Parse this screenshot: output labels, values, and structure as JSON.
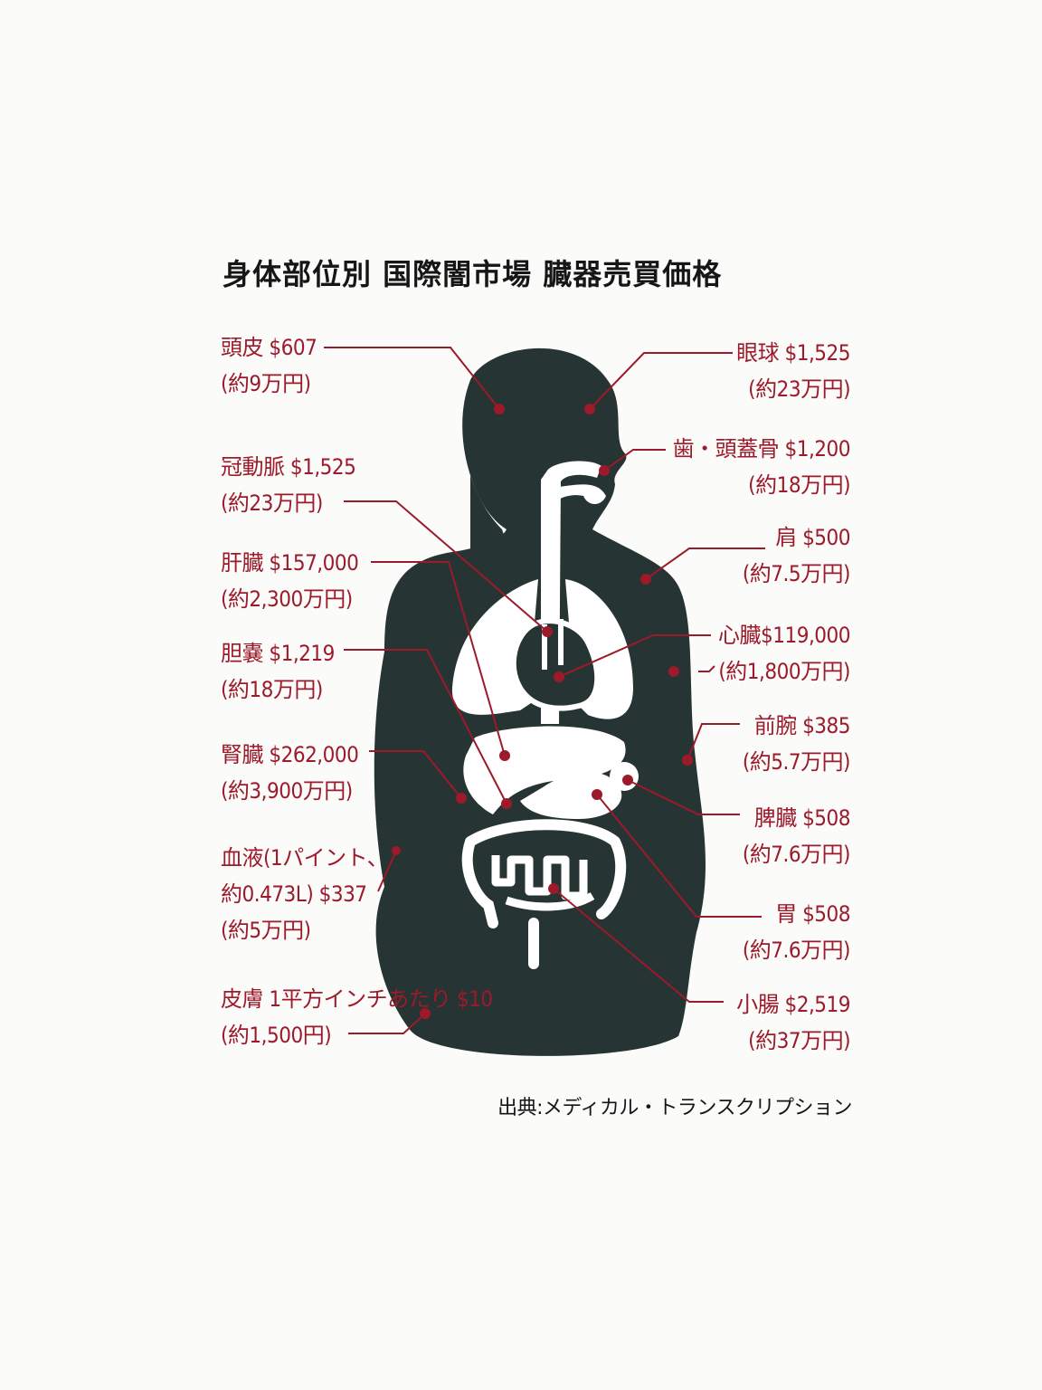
{
  "title": "身体部位別 国際闇市場 臓器売買価格",
  "colors": {
    "body": "#273434",
    "accent": "#9c1a2a",
    "organ": "#ffffff"
  },
  "labels": [
    {
      "id": "scalp",
      "name": "頭皮",
      "price": "$607",
      "yen": "(約9万円)"
    },
    {
      "id": "coronary",
      "name": "冠動脈",
      "price": "$1,525",
      "yen": "(約23万円)"
    },
    {
      "id": "liver",
      "name": "肝臓",
      "price": "$157,000",
      "yen": "(約2,300万円)"
    },
    {
      "id": "gallbladder",
      "name": "胆嚢",
      "price": "$1,219",
      "yen": "(約18万円)"
    },
    {
      "id": "kidney",
      "name": "腎臓",
      "price": "$262,000",
      "yen": "(約3,900万円)"
    },
    {
      "id": "blood",
      "line1": "血液(1パイント、",
      "line2": "約0.473L) $337",
      "yen": "(約5万円)"
    },
    {
      "id": "skin",
      "name": "皮膚 1平方インチあたり",
      "price": "$10",
      "yen": "(約1,500円)"
    },
    {
      "id": "eyeball",
      "name": "眼球",
      "price": "$1,525",
      "yen": "(約23万円)"
    },
    {
      "id": "teeth",
      "name": "歯・頭蓋骨",
      "price": "$1,200",
      "yen": "(約18万円)"
    },
    {
      "id": "shoulder",
      "name": "肩",
      "price": "$500",
      "yen": "(約7.5万円)"
    },
    {
      "id": "heart",
      "name": "心臓",
      "price": "$119,000",
      "yen": "(約1,800万円)"
    },
    {
      "id": "forearm",
      "name": "前腕",
      "price": "$385",
      "yen": "(約5.7万円)"
    },
    {
      "id": "spleen",
      "name": "脾臓",
      "price": "$508",
      "yen": "(約7.6万円)"
    },
    {
      "id": "stomach",
      "name": "胃",
      "price": "$508",
      "yen": "(約7.6万円)"
    },
    {
      "id": "small-intestine",
      "name": "小腸",
      "price": "$2,519",
      "yen": "(約37万円)"
    }
  ],
  "source": "出典:メディカル・トランスクリプション"
}
